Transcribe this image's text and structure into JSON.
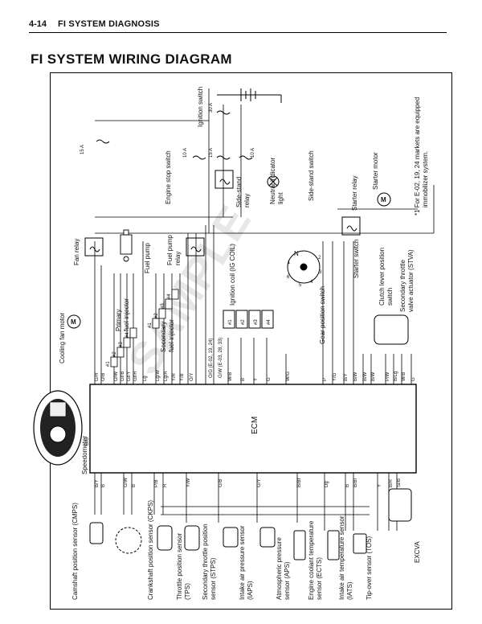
{
  "header": {
    "page": "4-14",
    "section": "FI SYSTEM DIAGNOSIS"
  },
  "title": "FI SYSTEM WIRING DIAGRAM",
  "watermark": "SAMPLE",
  "ecm_label": "ECM",
  "note": {
    "line1": "*1 For E-02, 19, 24 markets are equipped",
    "line2": "immobilizer system."
  },
  "components": {
    "cmps": "Camshaft position sensor (CMPS)",
    "ckps": "Crankshaft position sensor (CKPS)",
    "tps_1": "Throttle position sensor",
    "tps_2": "(TPS)",
    "stps_1": "Secondary throttle position",
    "stps_2": "sensor (STPS)",
    "iaps_1": "Intake air pressure sensor",
    "iaps_2": "(IAPS)",
    "aps_1": "Atmospheric pressure",
    "aps_2": "sensor (APS)",
    "ects_1": "Engine coolant temperature",
    "ects_2": "sensor (ECTS)",
    "iats_1": "Intake air temperature sensor",
    "iats_2": "(IATS)",
    "tos_1": "Tip-over sensor (TOS)",
    "excva": "EXCVA",
    "speedometer": "Speedometer",
    "cooling_fan_motor": "Cooling fan motor",
    "fan_relay": "Fan relay",
    "fuel_pump": "Fuel pump",
    "fuel_pump_relay_1": "Fuel pump",
    "fuel_pump_relay_2": "relay",
    "primary_inj_1": "Primary",
    "primary_inj_2": "fuel injector",
    "secondary_inj_1": "Secondary",
    "secondary_inj_2": "fuel injector",
    "ignition_coil": "Ignition coil (IG COIL)",
    "engine_stop_switch": "Engine stop switch",
    "ignition_switch": "Ignition switch",
    "side_stand_relay_1": "Side-stand",
    "side_stand_relay_2": "relay",
    "neutral_light_1": "Neutral indicator",
    "neutral_light_2": "light",
    "side_stand_switch": "Side-stand switch",
    "starter_relay": "Starter relay",
    "starter_motor": "Starter motor",
    "gear_position_switch": "Gear position switch",
    "starter_switch": "Starter switch",
    "clutch_switch_1": "Clutch lever position",
    "clutch_switch_2": "switch",
    "stva_1": "Secondary throttle",
    "stva_2": "valve actuator (STVA)"
  },
  "fuses": {
    "f1": "15 A",
    "f2": "10 A",
    "f3": "30 A",
    "f4": "15 A",
    "f5": "10 A"
  },
  "motor_symbol": "M",
  "neutral_symbol": "N",
  "gear_numbers": [
    "1",
    "2",
    "3",
    "4",
    "5",
    "6"
  ],
  "injector_tags": [
    "#1",
    "#2",
    "#3",
    "#4"
  ],
  "coil_tags": [
    "#1",
    "#2",
    "#3",
    "#4"
  ],
  "left_wires": [
    "B/Y",
    "B",
    "G/W",
    "B",
    "P/B",
    "R",
    "Y/W",
    "G/B",
    "G/Y",
    "B/Br",
    "Dg",
    "B",
    "B/Bl",
    "Y",
    "B/R",
    "Sl/B",
    "B/G"
  ],
  "right_wires": [
    "G/R",
    "O/B",
    "O/W",
    "Gr/B",
    "Gr/Y",
    "Gr/R",
    "Lg",
    "Lg/W",
    "Lg/R",
    "Y/R",
    "Y/B",
    "O/Y",
    "W/B",
    "B",
    "Y",
    "G",
    "W/G",
    "P",
    "Y/G",
    "B/Y",
    "B/W",
    "B/W",
    "B/W",
    "P/W",
    "B/Lg",
    "W/B",
    "G"
  ],
  "e_codes": {
    "a": "O/G (E-02, 19, 24)",
    "b": "G/W (E-03, 28, 33)"
  }
}
